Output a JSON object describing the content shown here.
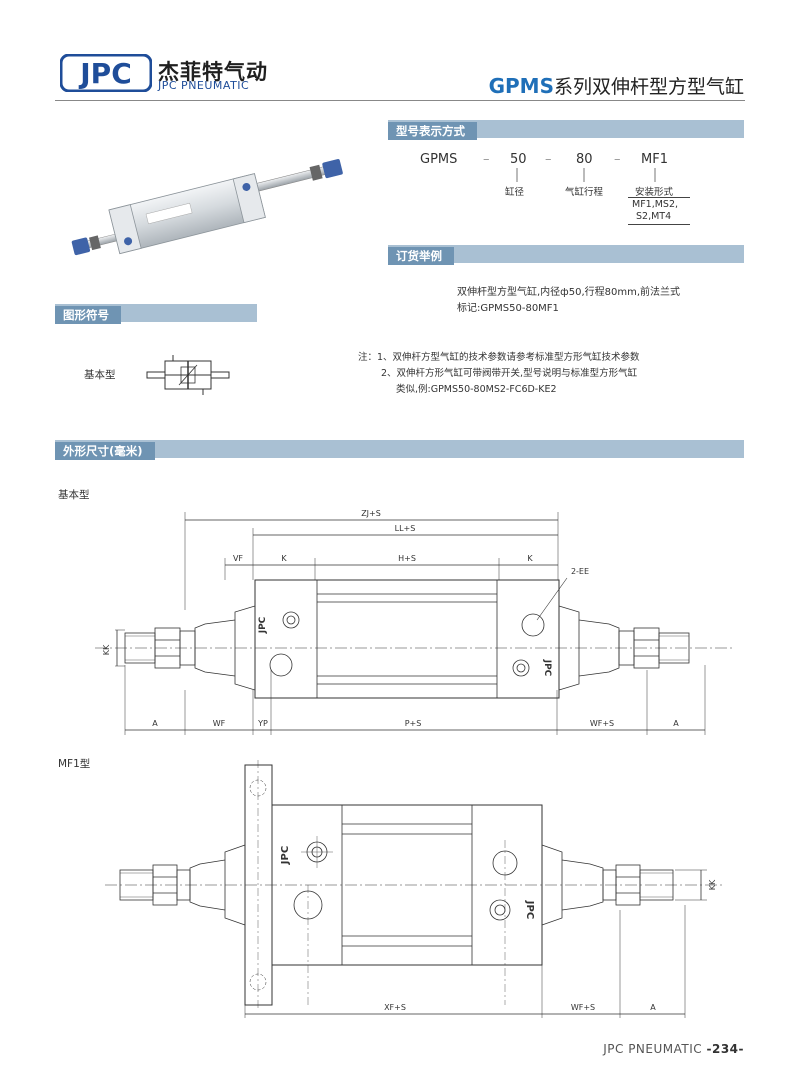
{
  "header": {
    "logo_mark": "JPC",
    "company_cn": "杰菲特气动",
    "company_en": "JPC PNEUMATIC",
    "title_code": "GPMS",
    "title_cn": "系列双伸杆型方型气缸"
  },
  "sections": {
    "model_code": "型号表示方式",
    "ordering": "订货举例",
    "symbol": "图形符号",
    "dimensions": "外形尺寸(毫米)"
  },
  "model_code": {
    "series": "GPMS",
    "dash": "–",
    "bore": "50",
    "bore_label": "缸径",
    "stroke": "80",
    "stroke_label": "气缸行程",
    "mount": "MF1",
    "mount_label": "安装形式",
    "mount_options_1": "MF1,MS2,",
    "mount_options_2": "S2,MT4"
  },
  "ordering": {
    "line1": "双伸杆型方型气缸,内径ф50,行程80mm,前法兰式",
    "line2": "标记:GPMS50-80MF1"
  },
  "symbol": {
    "label": "基本型"
  },
  "notes": {
    "line1": "注：1、双伸杆方型气缸的技术参数请参考标准型方形气缸技术参数",
    "line2": "2、双伸杆方形气缸可带阀带开关,型号说明与标准型方形气缸",
    "line3": "类似,例:GPMS50-80MS2-FC6D-KE2"
  },
  "drawing_basic": {
    "title": "基本型",
    "dims": {
      "zj": "ZJ+S",
      "ll": "LL+S",
      "vf": "VF",
      "k1": "K",
      "h": "H+S",
      "k2": "K",
      "ee": "2-EE",
      "kk": "KK",
      "a1": "A",
      "wf": "WF",
      "yp": "YP",
      "p": "P+S",
      "wf2": "WF+S",
      "a2": "A"
    },
    "brand": "JPC"
  },
  "drawing_mf1": {
    "title": "MF1型",
    "dims": {
      "xf": "XF+S",
      "wf": "WF+S",
      "a": "A",
      "kk": "KK"
    },
    "brand": "JPC"
  },
  "footer": {
    "brand": "JPC PNEUMATIC",
    "page": "-234-"
  },
  "colors": {
    "bar_dark": "#6f94b3",
    "bar_light": "#a9c0d3",
    "title_accent": "#1f6fb8",
    "logo_blue": "#1f4d99"
  }
}
